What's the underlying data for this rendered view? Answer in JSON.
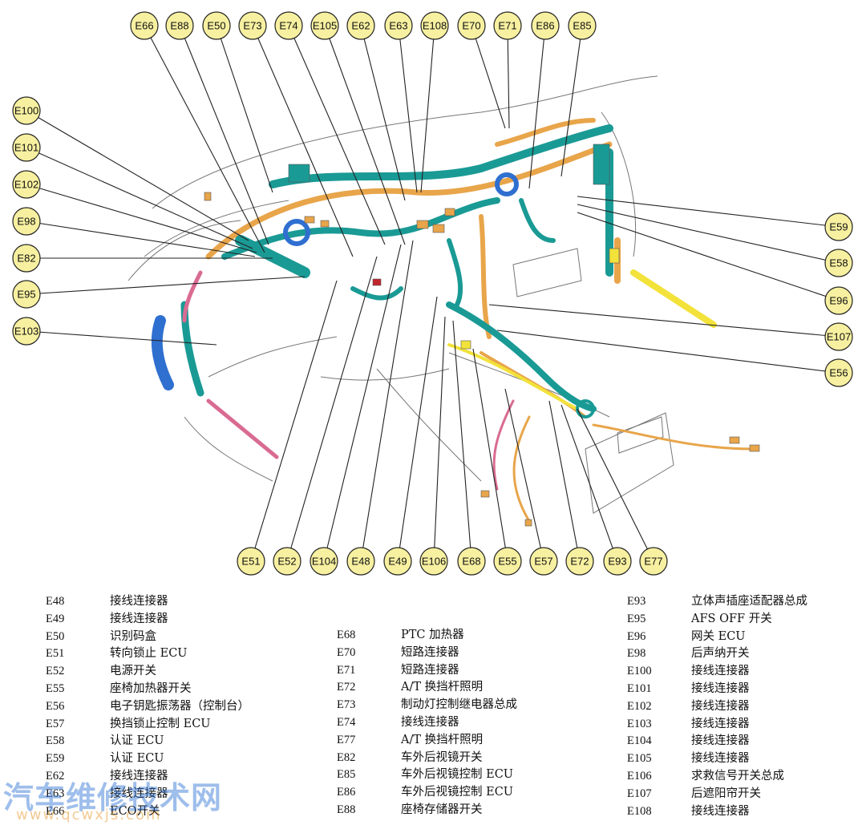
{
  "callouts": {
    "top": [
      "E66",
      "E88",
      "E50",
      "E73",
      "E74",
      "E105",
      "E62",
      "E63",
      "E108",
      "E70",
      "E71",
      "E86",
      "E85"
    ],
    "left": [
      "E100",
      "E101",
      "E102",
      "E98",
      "E82",
      "E95",
      "E103"
    ],
    "right": [
      "E59",
      "E58",
      "E96",
      "E107",
      "E56"
    ],
    "bottom": [
      "E51",
      "E52",
      "E104",
      "E48",
      "E49",
      "E106",
      "E68",
      "E55",
      "E57",
      "E72",
      "E93",
      "E77"
    ]
  },
  "legend": {
    "col1": [
      {
        "code": "E48",
        "desc": "接线连接器"
      },
      {
        "code": "E49",
        "desc": "接线连接器"
      },
      {
        "code": "E50",
        "desc": "识别码盒"
      },
      {
        "code": "E51",
        "desc": "转向锁止 ECU"
      },
      {
        "code": "E52",
        "desc": "电源开关"
      },
      {
        "code": "E55",
        "desc": "座椅加热器开关"
      },
      {
        "code": "E56",
        "desc": "电子钥匙振荡器（控制台）"
      },
      {
        "code": "E57",
        "desc": "换挡锁止控制 ECU"
      },
      {
        "code": "E58",
        "desc": "认证 ECU"
      },
      {
        "code": "E59",
        "desc": "认证 ECU"
      },
      {
        "code": "E62",
        "desc": "接线连接器"
      },
      {
        "code": "E63",
        "desc": "接线连接器"
      },
      {
        "code": "E66",
        "desc": "ECO开关"
      }
    ],
    "col2": [
      {
        "code": "E68",
        "desc": "PTC 加热器"
      },
      {
        "code": "E70",
        "desc": "短路连接器"
      },
      {
        "code": "E71",
        "desc": "短路连接器"
      },
      {
        "code": "E72",
        "desc": "A/T 换挡杆照明"
      },
      {
        "code": "E73",
        "desc": "制动灯控制继电器总成"
      },
      {
        "code": "E74",
        "desc": "接线连接器"
      },
      {
        "code": "E77",
        "desc": "A/T 换挡杆照明"
      },
      {
        "code": "E82",
        "desc": "车外后视镜开关"
      },
      {
        "code": "E85",
        "desc": "车外后视镜控制 ECU"
      },
      {
        "code": "E86",
        "desc": "车外后视镜控制 ECU"
      },
      {
        "code": "E88",
        "desc": "座椅存储器开关"
      }
    ],
    "col3": [
      {
        "code": "E93",
        "desc": "立体声插座适配器总成"
      },
      {
        "code": "E95",
        "desc": "AFS OFF 开关"
      },
      {
        "code": "E96",
        "desc": "网关 ECU"
      },
      {
        "code": "E98",
        "desc": "后声纳开关"
      },
      {
        "code": "E100",
        "desc": "接线连接器"
      },
      {
        "code": "E101",
        "desc": "接线连接器"
      },
      {
        "code": "E102",
        "desc": "接线连接器"
      },
      {
        "code": "E103",
        "desc": "接线连接器"
      },
      {
        "code": "E104",
        "desc": "接线连接器"
      },
      {
        "code": "E105",
        "desc": "接线连接器"
      },
      {
        "code": "E106",
        "desc": "求救信号开关总成"
      },
      {
        "code": "E107",
        "desc": "后遮阳帘开关"
      },
      {
        "code": "E108",
        "desc": "接线连接器"
      }
    ]
  },
  "watermark": {
    "text": "汽车维修技术网",
    "url": "www.qcwxjs.com"
  },
  "colors": {
    "harness_teal": "#1a9a95",
    "harness_orange": "#e8a54a",
    "harness_blue": "#2f6fd0",
    "harness_pink": "#d96b92",
    "harness_yellow": "#f2e23a",
    "callout_fill": "#f7f0a0"
  }
}
